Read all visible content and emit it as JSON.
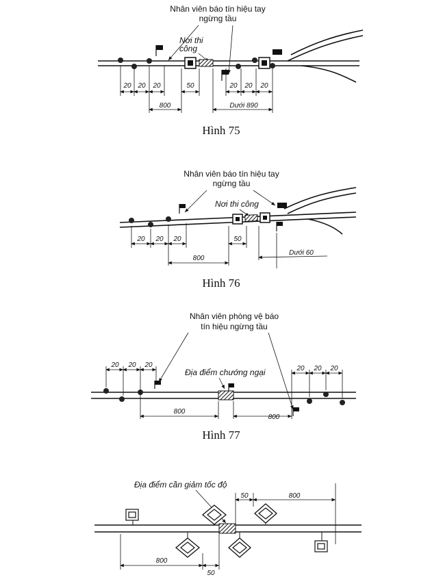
{
  "fig75": {
    "caption": "Hình 75",
    "person_label_line1": "Nhân viên báo tín hiệu tay",
    "person_label_line2": "ngừng tầu",
    "site_label_line1": "Nơi thi",
    "site_label_line2": "công",
    "dims": [
      "20",
      "20",
      "20",
      "50",
      "20",
      "20",
      "20"
    ],
    "dist_left": "800",
    "dist_right": "Dưới 890"
  },
  "fig76": {
    "caption": "Hình 76",
    "person_label_line1": "Nhân viên báo tín hiệu tay",
    "person_label_line2": "ngừng tầu",
    "site_label": "Nơi thi công",
    "dims": [
      "20",
      "20",
      "20",
      "50"
    ],
    "dist_left": "800",
    "dist_right": "Dưới 60"
  },
  "fig77": {
    "caption": "Hình 77",
    "person_label_line1": "Nhân viên phòng vệ báo",
    "person_label_line2": "tín hiệu ngừng tầu",
    "site_label": "Địa điểm chướng ngại",
    "dims_left": [
      "20",
      "20",
      "20"
    ],
    "dims_right": [
      "20",
      "20",
      "20"
    ],
    "dist_left": "800",
    "dist_right": "800"
  },
  "fig78": {
    "site_label": "Địa điểm cần giảm tốc độ",
    "dim_top_small": "50",
    "dim_top_large": "800",
    "dim_bottom_large": "800",
    "dim_bottom_small": "50"
  }
}
